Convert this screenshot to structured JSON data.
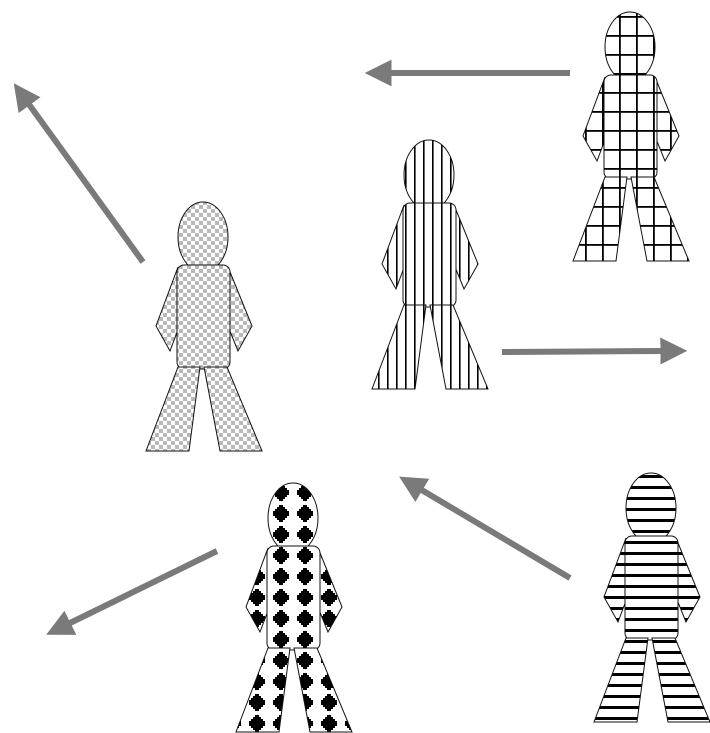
{
  "colors": {
    "background": "#ffffff",
    "outline": "#111111",
    "arrow": "#7a7a7a",
    "checker_dark": "#b8b8b8",
    "checker_light": "#ffffff",
    "diamond_fill": "#000000"
  },
  "figures": [
    {
      "id": "figure-checkered",
      "pattern": "checkered"
    },
    {
      "id": "figure-vertical-stripes",
      "pattern": "vertical-stripes"
    },
    {
      "id": "figure-grid",
      "pattern": "grid"
    },
    {
      "id": "figure-diamonds",
      "pattern": "diamonds"
    },
    {
      "id": "figure-horizontal-stripes",
      "pattern": "horizontal-stripes"
    }
  ],
  "arrows": [
    {
      "id": "arrow-up-left",
      "direction": "up-left"
    },
    {
      "id": "arrow-left-top",
      "direction": "left"
    },
    {
      "id": "arrow-right-middle",
      "direction": "right"
    },
    {
      "id": "arrow-up-left-lower",
      "direction": "up-left"
    },
    {
      "id": "arrow-down-left",
      "direction": "down-left"
    }
  ]
}
